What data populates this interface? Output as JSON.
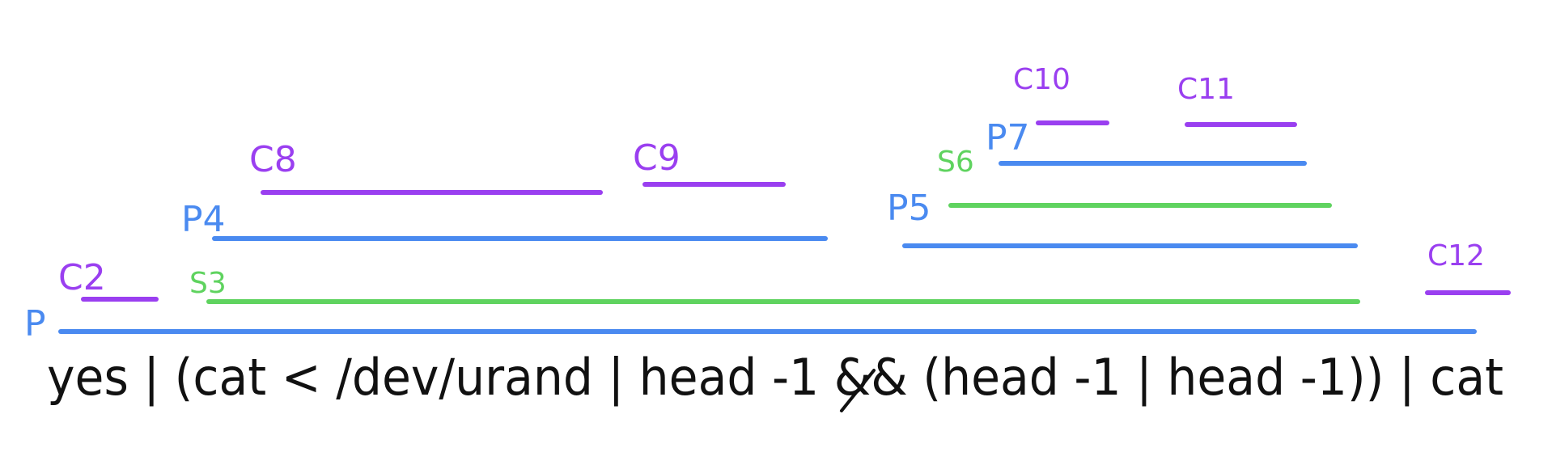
{
  "command_text": "yes | (cat < /dev/urand | head -1 && (head -1 | head -1)) | cat",
  "colors": {
    "pipeline": "#4a8af0",
    "sequence": "#5fd35f",
    "command": "#9a3ff0",
    "text": "#111111"
  },
  "nodes": [
    {
      "label": "P",
      "kind": "pipeline"
    },
    {
      "label": "C2",
      "kind": "command"
    },
    {
      "label": "S3",
      "kind": "sequence"
    },
    {
      "label": "P4",
      "kind": "pipeline"
    },
    {
      "label": "C8",
      "kind": "command"
    },
    {
      "label": "C9",
      "kind": "command"
    },
    {
      "label": "P5",
      "kind": "pipeline"
    },
    {
      "label": "S6",
      "kind": "sequence"
    },
    {
      "label": "P7",
      "kind": "pipeline"
    },
    {
      "label": "C10",
      "kind": "command"
    },
    {
      "label": "C11",
      "kind": "command"
    },
    {
      "label": "C12",
      "kind": "command"
    }
  ]
}
